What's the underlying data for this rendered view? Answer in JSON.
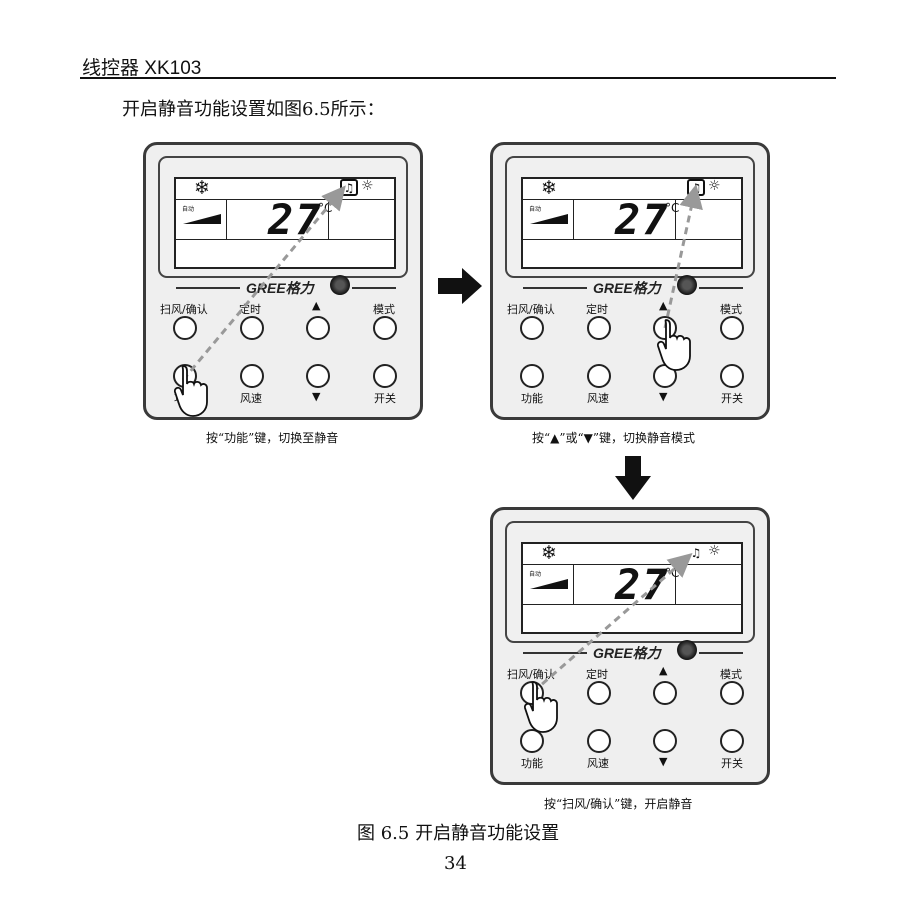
{
  "header": {
    "title": "线控器 XK103"
  },
  "intro": "开启静音功能设置如图6.5所示：",
  "controller": {
    "brand": "GREE格力",
    "auto_label": "自动",
    "temperature": "27",
    "degree": "°C",
    "snow_glyph": "❄",
    "quiet_glyph": "♫",
    "light_glyph": "☼",
    "up_glyph": "▲",
    "down_glyph": "▼",
    "buttons": {
      "swing_confirm": "扫风/确认",
      "timer": "定时",
      "mode": "模式",
      "function": "功能",
      "fan_speed": "风速",
      "power": "开关"
    }
  },
  "steps": [
    {
      "caption": "按“功能”键，切换至静音",
      "quiet_selected": true
    },
    {
      "caption": "按“▲”或“▼”键，切换静音模式",
      "quiet_selected": true
    },
    {
      "caption": "按“扫风/确认”键，开启静音",
      "quiet_selected": false
    }
  ],
  "figure_caption": "图 6.5 开启静音功能设置",
  "page_number": "34",
  "icons": [
    "hand-pointer-icon",
    "arrow-right-icon",
    "arrow-down-icon",
    "snowflake-icon",
    "quiet-icon",
    "light-icon",
    "sensor-icon"
  ],
  "colors": {
    "frame": "#3a3a3a",
    "panel": "#efefef",
    "dashed_arrow": "#999999",
    "text": "#111111"
  }
}
